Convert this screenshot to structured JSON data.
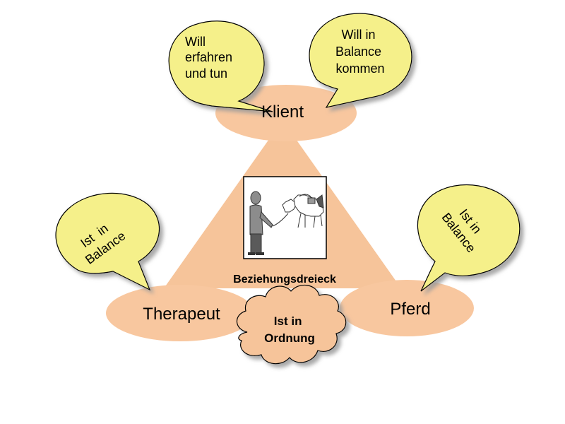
{
  "diagram": {
    "center_label": "Beziehungsdreieck",
    "nodes": {
      "klient": "Klient",
      "therapeut": "Therapeut",
      "pferd": "Pferd"
    },
    "bubbles": {
      "klient_left": [
        "Will",
        "erfahren",
        "und tun"
      ],
      "klient_right": [
        "Will in",
        "Balance",
        "kommen"
      ],
      "therapeut": [
        "Ist  in",
        "Balance"
      ],
      "pferd": [
        "Ist in",
        "Balance"
      ]
    },
    "cloud": [
      "Ist in",
      "Ordnung"
    ],
    "colors": {
      "triangle": "#F6C49A",
      "node": "#F8C79F",
      "bubble": "#F5F08A",
      "cloud": "#F6C49A"
    }
  }
}
